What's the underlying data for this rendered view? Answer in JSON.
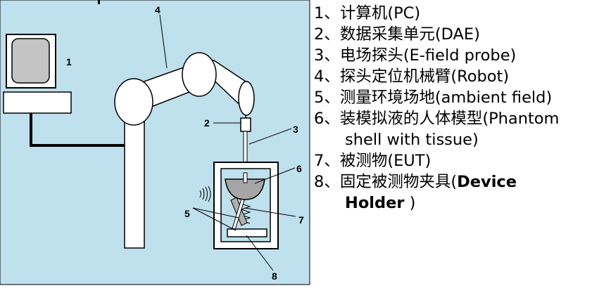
{
  "diagram": {
    "callouts": [
      "1",
      "2",
      "3",
      "4",
      "5",
      "6",
      "7",
      "8"
    ],
    "colors": {
      "background": "#bfe0ed",
      "stroke": "#000000",
      "part": "#ffffff",
      "screen": "#c4c4c4",
      "bowl": "#a6a6a6",
      "probe_head": "#b0b0b0"
    }
  },
  "legend": {
    "items": [
      {
        "label": "1、计算机(PC)"
      },
      {
        "label": "2、数据采集单元(DAE)"
      },
      {
        "label": "3、电场探头(E-field probe)"
      },
      {
        "label": "4、探头定位机械臂(Robot)"
      },
      {
        "label": "5、测量环境场地(ambient field)"
      },
      {
        "label": "6、装模拟液的人体模型(Phantom",
        "line2": "shell with tissue)"
      },
      {
        "label": "7、被测物(EUT)"
      },
      {
        "label": "8、固定被测物夹具(",
        "bold_part": "Device",
        "line2_bold": "Holder",
        "line2_tail": " )"
      }
    ]
  }
}
